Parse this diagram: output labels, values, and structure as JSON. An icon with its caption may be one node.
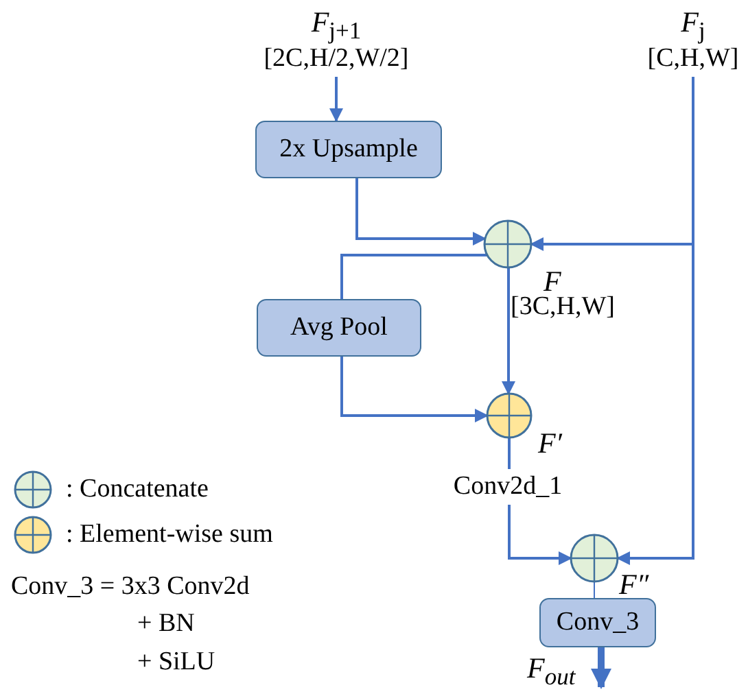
{
  "diagram": {
    "nodes": [
      {
        "text": [
          "*F*$_{j+1}$",
          "[2C,H/2,W/2]"
        ]
      },
      {
        "text": [
          "*F*$_{j}$",
          "[C,H,W]"
        ]
      },
      {
        "text": [
          "2x Upsample"
        ]
      },
      {
        "text": [],
        "shape": "circle",
        "beside": [
          "F",
          "[3C,H,W]"
        ]
      },
      {
        "text": [
          "Avg Pool"
        ]
      },
      {
        "text": [],
        "shape": "circle",
        "beside": [
          "F′"
        ]
      },
      {
        "text": [
          "Conv2d_1"
        ]
      },
      {
        "text": [],
        "shape": "circle",
        "beside": [
          "F″"
        ]
      },
      {
        "text": [
          "Conv_3"
        ]
      }
    ],
    "edges": [
      {
        "from": 0,
        "to": 2,
        "arrow": "to"
      },
      {
        "from": 2,
        "to": 3,
        "arrow": "to"
      },
      {
        "from": 1,
        "to": 3,
        "arrow": "to"
      },
      {
        "from": 1,
        "to": 7,
        "arrow": "to"
      },
      {
        "from": 3,
        "to": 4,
        "arrow": "none"
      },
      {
        "from": 3,
        "to": 5,
        "arrow": "to"
      },
      {
        "from": 4,
        "to": 5,
        "arrow": "to"
      },
      {
        "from": 5,
        "to": 6,
        "arrow": "none"
      },
      {
        "from": 6,
        "to": 7,
        "arrow": "to"
      },
      {
        "from": 7,
        "to": 8,
        "arrow": "none"
      },
      {
        "from": 8,
        "to": null,
        "arrow": "to",
        "label": "F$_{out}$",
        "style": "thick"
      }
    ],
    "labels": [
      "Conv_3 = 3x3 Conv2d",
      "+ BN",
      "+ SiLU"
    ],
    "legend": [
      {
        "text": ": Concatenate"
      },
      {
        "text": ": Element-wise sum"
      }
    ]
  }
}
